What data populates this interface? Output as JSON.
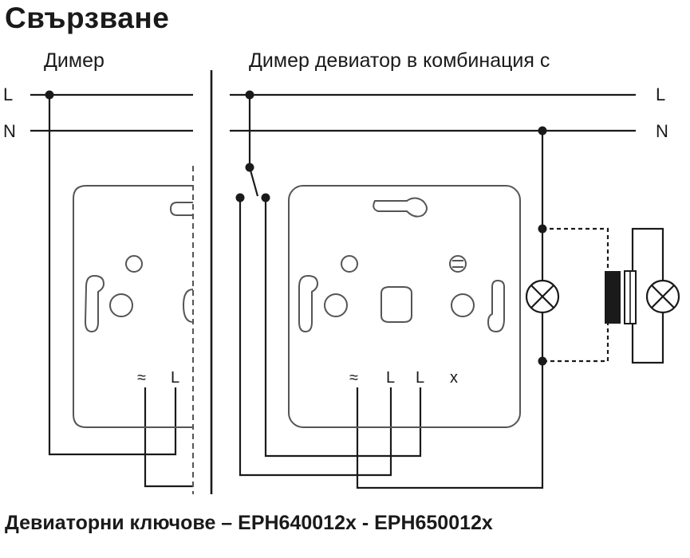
{
  "header": {
    "title": "Свързване"
  },
  "footer": {
    "caption": "Девиаторни ключове – EPH640012x - EPH650012x"
  },
  "left_diagram": {
    "label": "Димер",
    "line_L": "L",
    "line_N": "N",
    "terminals": [
      "≈",
      "L"
    ]
  },
  "right_diagram": {
    "label": "Димер девиатор в комбинация с",
    "line_L": "L",
    "line_N": "N",
    "terminals": [
      "≈",
      "L",
      "L",
      "x"
    ]
  },
  "colors": {
    "line": "#1a1a1a",
    "device": "#555555",
    "background": "#ffffff"
  }
}
